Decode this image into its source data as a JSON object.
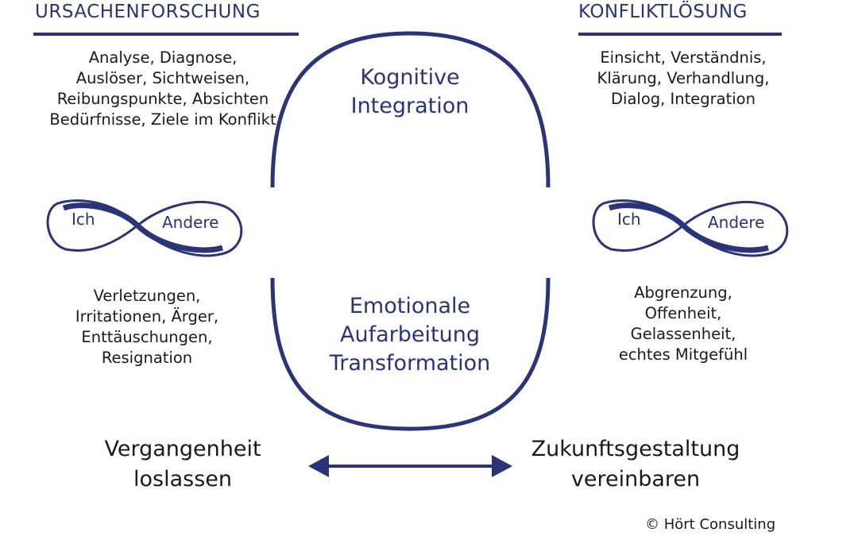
{
  "left": {
    "heading": "URSACHENFORSCHUNG",
    "cognitive_lines": [
      "Analyse, Diagnose,",
      "Auslöser, Sichtweisen,",
      "Reibungspunkte, Absichten",
      "Bedürfnisse, Ziele im Konflikt"
    ],
    "infinity": {
      "self": "Ich",
      "other": "Andere"
    },
    "emotional_lines": [
      "Verletzungen,",
      "Irritationen, Ärger,",
      "Enttäuschungen,",
      "Resignation"
    ],
    "bottom_lines": [
      "Vergangenheit",
      "loslassen"
    ]
  },
  "right": {
    "heading": "KONFLIKTLÖSUNG",
    "cognitive_lines": [
      "Einsicht, Verständnis,",
      "Klärung, Verhandlung,",
      "Dialog, Integration"
    ],
    "infinity": {
      "self": "Ich",
      "other": "Andere"
    },
    "emotional_lines": [
      "Abgrenzung,",
      "Offenheit,",
      "Gelassenheit,",
      "echtes Mitgefühl"
    ],
    "bottom_lines": [
      "Zukunftsgestaltung",
      "vereinbaren"
    ]
  },
  "center": {
    "top_lines": [
      "Kognitive",
      "Integration"
    ],
    "bottom_lines": [
      "Emotionale",
      "Aufarbeitung",
      "Transformation"
    ]
  },
  "copyright": "© Hört Consulting",
  "colors": {
    "accent": "#2a3478",
    "text": "#1a1a1a"
  }
}
